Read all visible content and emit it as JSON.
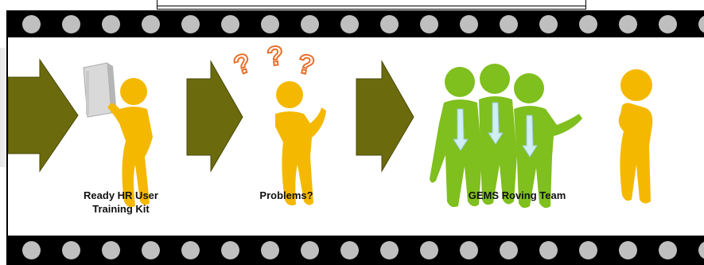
{
  "captions": {
    "kit_line1": "Ready HR User",
    "kit_line2": "Training Kit",
    "problems": "Problems?",
    "team": "GEMS Roving Team"
  },
  "question_marks": [
    "?",
    "?",
    "?"
  ],
  "colors": {
    "arrow": "#6b6b0e",
    "person_yellow": "#f5b800",
    "person_green": "#7fbf1e",
    "film": "#000000",
    "film_hole": "#bfbfbf",
    "question_fill": "#ffffff",
    "question_stroke": "#e8702a"
  }
}
